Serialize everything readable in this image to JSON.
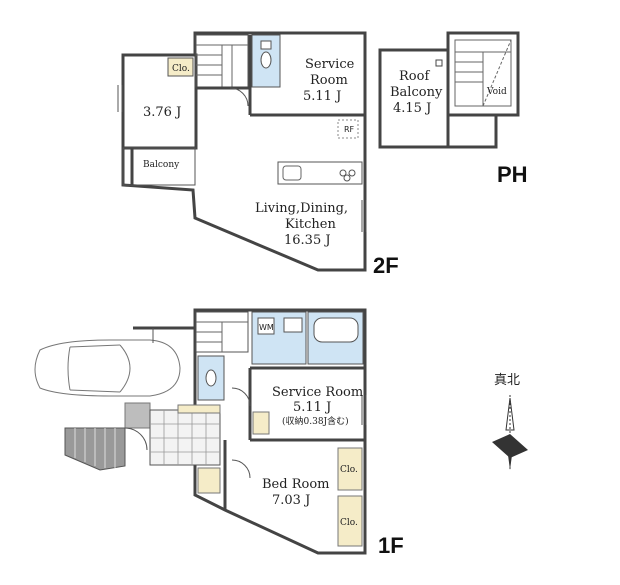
{
  "floors": {
    "floor2": "2F",
    "floor1": "1F",
    "ph": "PH"
  },
  "rooms_2f": {
    "service_room_line1": "Service",
    "service_room_line2": "Room",
    "service_room_size": "5.11 J",
    "west_room_size": "3.76 J",
    "closet": "Clo.",
    "balcony": "Balcony",
    "ldk_line1": "Living,Dining,",
    "ldk_line2": "Kitchen",
    "ldk_size": "16.35 J",
    "refrigerator": "RF"
  },
  "rooms_ph": {
    "roof_balcony_line1": "Roof",
    "roof_balcony_line2": "Balcony",
    "roof_balcony_size": "4.15 J",
    "void": "Void"
  },
  "rooms_1f": {
    "washing_machine": "WM",
    "service_room": "Service Room",
    "service_room_size": "5.11 J",
    "service_room_note": "(収納0.38J含む)",
    "bedroom": "Bed Room",
    "bedroom_size": "7.03 J",
    "closet_upper": "Clo.",
    "closet_lower": "Clo."
  },
  "compass": {
    "label": "真北"
  },
  "colors": {
    "wall": "#444444",
    "wet_area": "#cfe4f4",
    "closet": "#f5ecc8",
    "porch": "#bdbdbd",
    "stair_tile": "#999999"
  }
}
